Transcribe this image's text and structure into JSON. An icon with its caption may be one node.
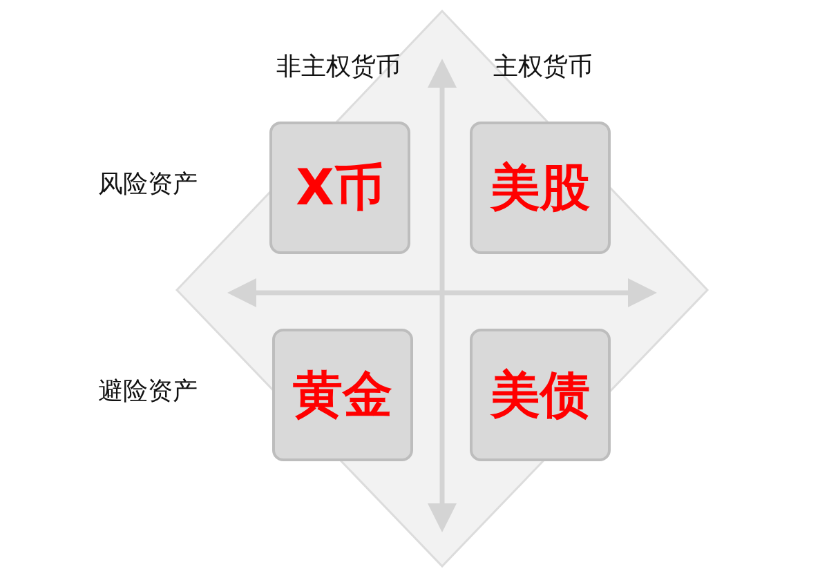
{
  "diagram": {
    "nodes": [
      {
        "text": [
          "X币"
        ]
      },
      {
        "text": [
          "美股"
        ]
      },
      {
        "text": [
          "黄金"
        ]
      },
      {
        "text": [
          "美债"
        ]
      }
    ],
    "labels": [
      "非主权货币",
      "主权货币",
      "风险资产",
      "避险资产"
    ]
  }
}
